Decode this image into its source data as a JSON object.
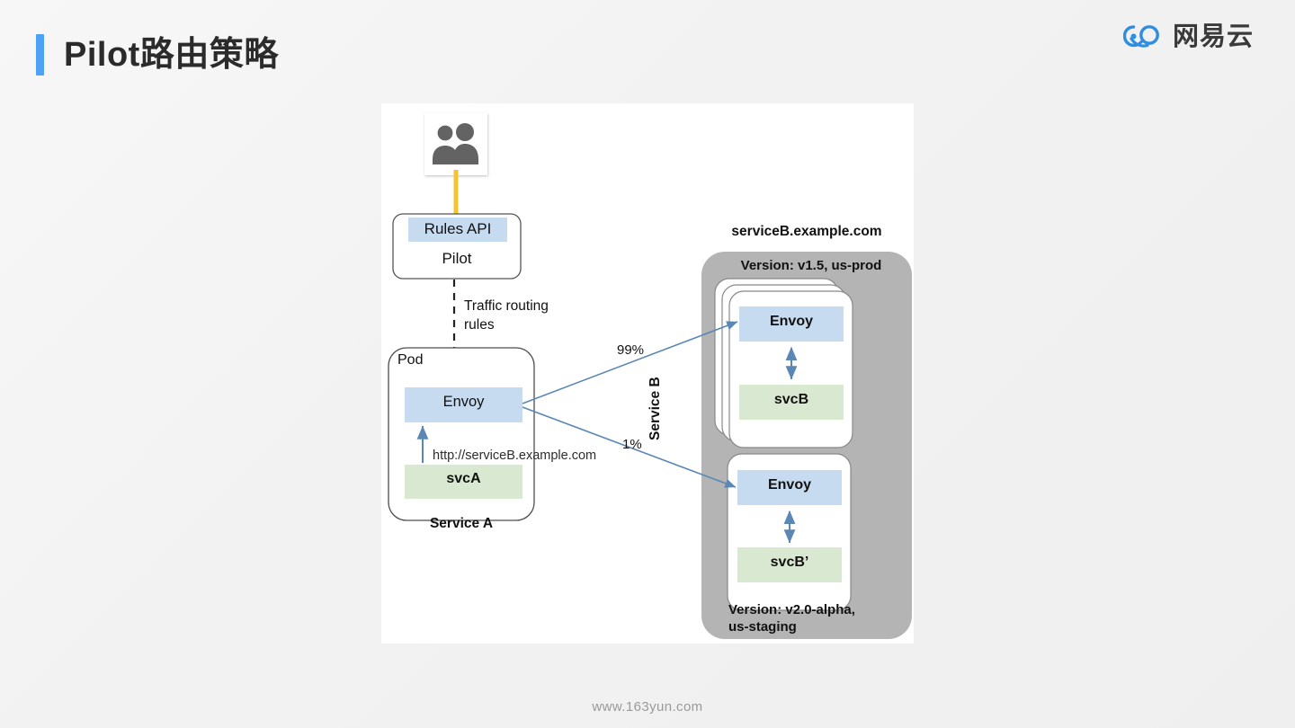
{
  "slide": {
    "title": "Pilot路由策略",
    "accent_color": "#4da2f5",
    "footer_url": "www.163yun.com"
  },
  "brand": {
    "name": "网易云",
    "logo_icon": "cloud-icon",
    "logo_color": "#2f8ee0"
  },
  "diagram": {
    "type": "architecture-diagram",
    "background": "#ffffff",
    "colors": {
      "envoy_fill": "#c6daf0",
      "service_fill": "#d9e8d0",
      "rules_api_fill": "#c6daf0",
      "group_fill": "#b4b4b4",
      "arrow_blue": "#5b87b5",
      "arrow_yellow": "#f3c530",
      "pod_border": "#5a5a5a"
    },
    "users_icon": "users-icon",
    "pilot": {
      "rules_api_label": "Rules API",
      "pilot_label": "Pilot"
    },
    "traffic_rules_label_line1": "Traffic routing",
    "traffic_rules_label_line2": "rules",
    "service_a": {
      "pod_label": "Pod",
      "envoy_label": "Envoy",
      "svc_label": "svcA",
      "request_url": "http://serviceB.example.com",
      "caption": "Service A"
    },
    "routing": {
      "primary_weight": "99%",
      "canary_weight": "1%"
    },
    "service_b": {
      "hostname": "serviceB.example.com",
      "side_caption": "Service B",
      "v1": {
        "version_label": "Version: v1.5, us-prod",
        "envoy_label": "Envoy",
        "svc_label": "svcB",
        "replica_count": 3
      },
      "v2": {
        "version_line1": "Version: v2.0-alpha,",
        "version_line2": "us-staging",
        "envoy_label": "Envoy",
        "svc_label": "svcB’",
        "replica_count": 1
      }
    }
  }
}
